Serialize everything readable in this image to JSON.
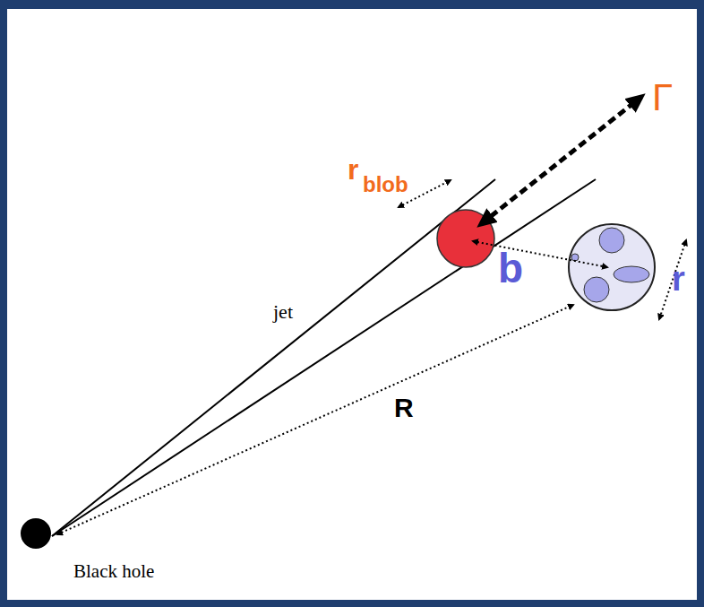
{
  "diagram": {
    "nodes": [
      {
        "text": [
          "Black hole"
        ]
      }
    ],
    "labels": [
      "jet",
      "r",
      "blob",
      "Γ",
      "b",
      "r",
      "R"
    ]
  }
}
